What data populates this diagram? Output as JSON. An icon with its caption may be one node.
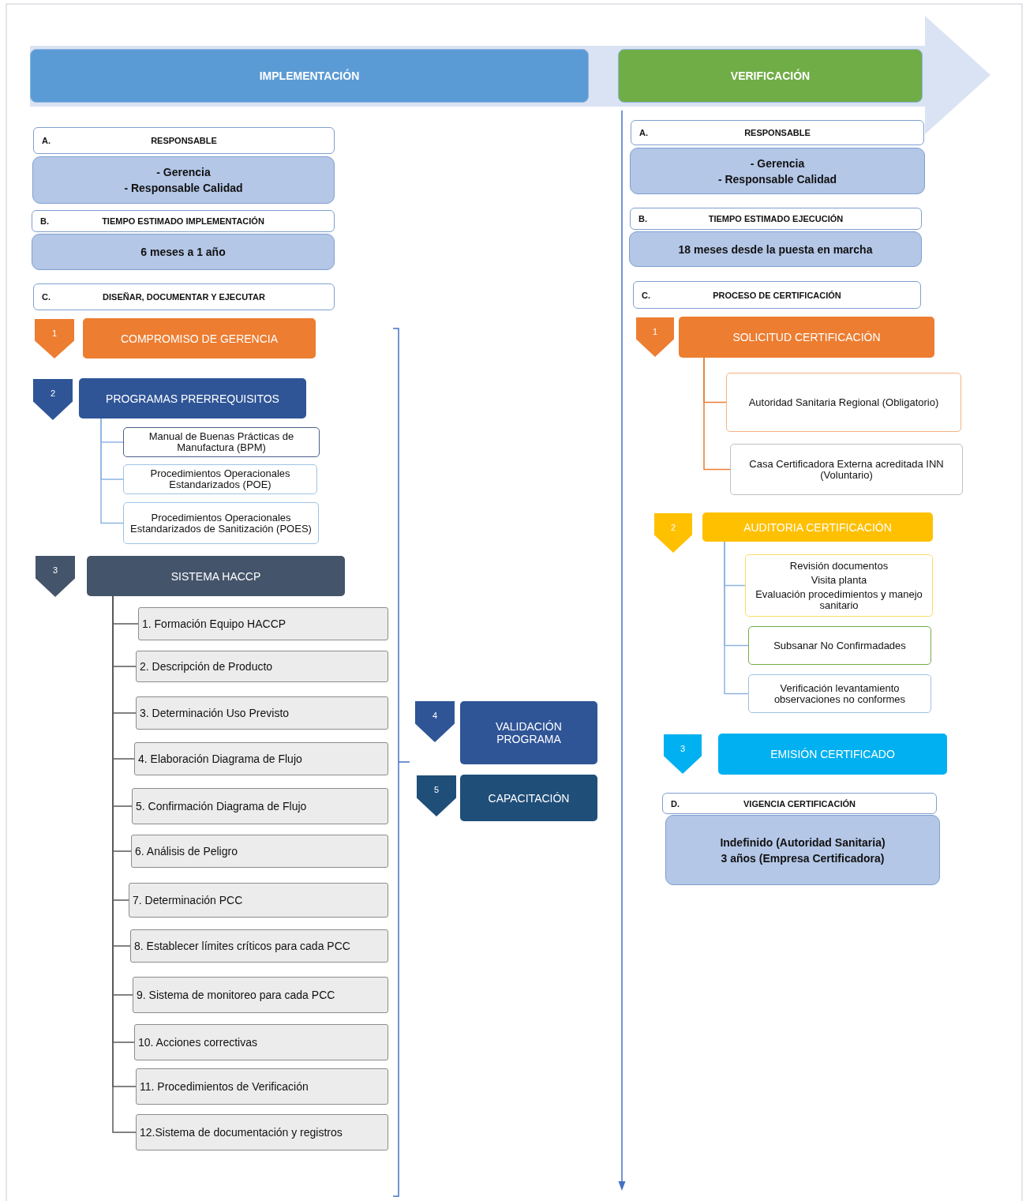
{
  "diagram": {
    "nodes": [
      {
        "text": [
          "IMPLEMENTACIÓN"
        ]
      },
      {
        "text": [
          "VERIFICACIÓN"
        ]
      },
      {
        "text": [
          "A.",
          "RESPONSABLE"
        ]
      },
      {
        "text": [
          "- Gerencia",
          "- Responsable Calidad"
        ]
      },
      {
        "text": [
          "B.",
          "TIEMPO ESTIMADO IMPLEMENTACIÓN"
        ]
      },
      {
        "text": [
          "6 meses a 1 año"
        ]
      },
      {
        "text": [
          "C.",
          "DISEÑAR, DOCUMENTAR Y EJECUTAR"
        ]
      },
      {
        "text": [
          "1"
        ]
      },
      {
        "text": [
          "COMPROMISO DE GERENCIA"
        ]
      },
      {
        "text": [
          "2"
        ]
      },
      {
        "text": [
          "PROGRAMAS PRERREQUISITOS"
        ]
      },
      {
        "text": [
          "Manual de Buenas Prácticas de Manufactura (BPM)"
        ]
      },
      {
        "text": [
          "Procedimientos Operacionales Estandarizados (POE)"
        ]
      },
      {
        "text": [
          "Procedimientos Operacionales Estandarizados de Sanitización (POES)"
        ]
      },
      {
        "text": [
          "3"
        ]
      },
      {
        "text": [
          "SISTEMA HACCP"
        ]
      },
      {
        "text": [
          "1. Formación  Equipo HACCP"
        ]
      },
      {
        "text": [
          "2. Descripción de Producto"
        ]
      },
      {
        "text": [
          "3. Determinación Uso Previsto"
        ]
      },
      {
        "text": [
          "4. Elaboración Diagrama de Flujo"
        ]
      },
      {
        "text": [
          "5. Confirmación Diagrama de Flujo"
        ]
      },
      {
        "text": [
          "6. Análisis de Peligro"
        ]
      },
      {
        "text": [
          "7. Determinación PCC"
        ]
      },
      {
        "text": [
          "8. Establecer límites críticos para cada PCC"
        ]
      },
      {
        "text": [
          "9. Sistema de monitoreo para cada PCC"
        ]
      },
      {
        "text": [
          "10. Acciones correctivas"
        ]
      },
      {
        "text": [
          "11. Procedimientos de Verificación"
        ]
      },
      {
        "text": [
          "12.Sistema de documentación y registros"
        ]
      },
      {
        "text": [
          "4"
        ]
      },
      {
        "text": [
          "VALIDACIÓN PROGRAMA"
        ]
      },
      {
        "text": [
          "5"
        ]
      },
      {
        "text": [
          "CAPACITACIÓN"
        ]
      },
      {
        "text": [
          "A.",
          "RESPONSABLE"
        ]
      },
      {
        "text": [
          "- Gerencia",
          "- Responsable Calidad"
        ]
      },
      {
        "text": [
          "B.",
          "TIEMPO ESTIMADO EJECUCIÓN"
        ]
      },
      {
        "text": [
          "18 meses desde la puesta en marcha"
        ]
      },
      {
        "text": [
          "C.",
          "PROCESO DE CERTIFICACIÓN"
        ]
      },
      {
        "text": [
          "1"
        ]
      },
      {
        "text": [
          "SOLICITUD CERTIFICACIÓN"
        ]
      },
      {
        "text": [
          "Autoridad Sanitaria Regional (Obligatorio)"
        ]
      },
      {
        "text": [
          "Casa Certificadora Externa acreditada INN (Voluntario)"
        ]
      },
      {
        "text": [
          "2"
        ]
      },
      {
        "text": [
          "AUDITORIA CERTIFICACIÓN"
        ]
      },
      {
        "text": [
          "Revisión documentos",
          "Visita planta",
          "Evaluación procedimientos y manejo sanitario"
        ]
      },
      {
        "text": [
          "Subsanar No Confirmadades"
        ]
      },
      {
        "text": [
          "Verificación levantamiento observaciones no conformes"
        ]
      },
      {
        "text": [
          "3"
        ]
      },
      {
        "text": [
          "EMISIÓN CERTIFICADO"
        ]
      },
      {
        "text": [
          "D.",
          "VIGENCIA CERTIFICACIÓN"
        ]
      },
      {
        "text": [
          "Indefinido (Autoridad Sanitaria)",
          "3 años (Empresa Certificadora)"
        ]
      }
    ],
    "edges": [
      {
        "from": 10,
        "to": 11,
        "arrow": "none",
        "color": "#8eb4e3"
      },
      {
        "from": 10,
        "to": 12,
        "arrow": "none",
        "color": "#8eb4e3"
      },
      {
        "from": 10,
        "to": 13,
        "arrow": "none",
        "color": "#8eb4e3"
      },
      {
        "from": 15,
        "to": 16,
        "arrow": "none"
      },
      {
        "from": 15,
        "to": 17,
        "arrow": "none"
      },
      {
        "from": 15,
        "to": 18,
        "arrow": "none"
      },
      {
        "from": 15,
        "to": 19,
        "arrow": "none"
      },
      {
        "from": 15,
        "to": 20,
        "arrow": "none"
      },
      {
        "from": 15,
        "to": 21,
        "arrow": "none"
      },
      {
        "from": 15,
        "to": 22,
        "arrow": "none"
      },
      {
        "from": 15,
        "to": 23,
        "arrow": "none"
      },
      {
        "from": 15,
        "to": 24,
        "arrow": "none"
      },
      {
        "from": 15,
        "to": 25,
        "arrow": "none"
      },
      {
        "from": 15,
        "to": 26,
        "arrow": "none"
      },
      {
        "from": 15,
        "to": 27,
        "arrow": "none"
      },
      {
        "from": 38,
        "to": 39,
        "arrow": "none",
        "color": "#ed7d31"
      },
      {
        "from": 38,
        "to": 40,
        "arrow": "none",
        "color": "#ed7d31"
      },
      {
        "from": 42,
        "to": 43,
        "arrow": "none",
        "color": "#8eb4e3"
      },
      {
        "from": 42,
        "to": 44,
        "arrow": "none",
        "color": "#8eb4e3"
      },
      {
        "from": 42,
        "to": 45,
        "arrow": "none",
        "color": "#8eb4e3"
      }
    ]
  }
}
